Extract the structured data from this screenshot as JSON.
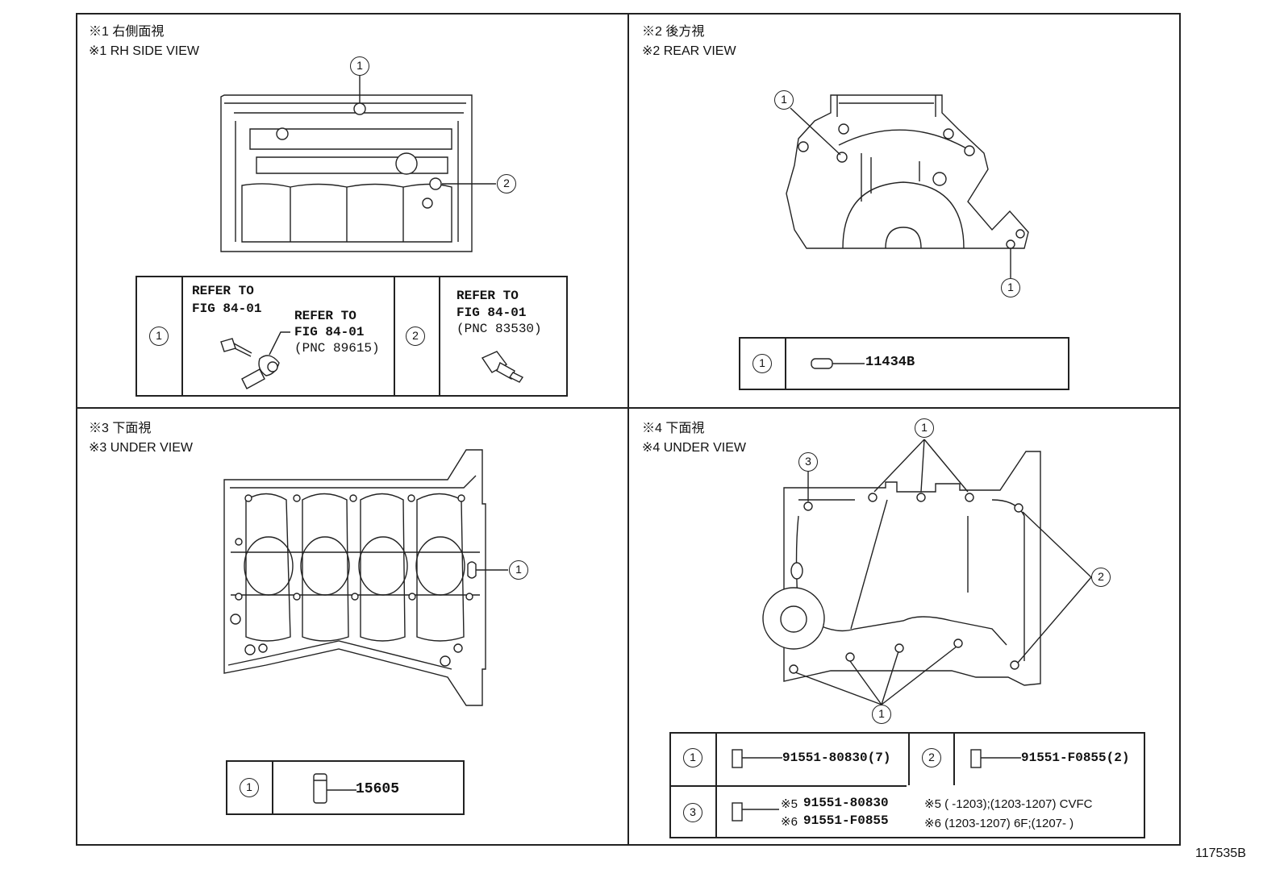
{
  "figure_id": "117535B",
  "panels": {
    "rh": {
      "caption_jp": "※1 右側面視",
      "caption_en": "※1 RH SIDE VIEW"
    },
    "rear": {
      "caption_jp": "※2 後方視",
      "caption_en": "※2 REAR VIEW"
    },
    "under3": {
      "caption_jp": "※3 下面視",
      "caption_en": "※3 UNDER VIEW"
    },
    "under4": {
      "caption_jp": "※4 下面視",
      "caption_en": "※4 UNDER VIEW"
    }
  },
  "callout_numbers": {
    "one": "1",
    "two": "2",
    "three": "3"
  },
  "rh_table": {
    "refer_a_line1": "REFER TO",
    "refer_a_line2": "FIG 84-01",
    "refer_b_line1": "REFER TO",
    "refer_b_line2": "FIG 84-01",
    "refer_b_line3": "(PNC 89615)",
    "refer_c_line1": "REFER TO",
    "refer_c_line2": "FIG 84-01",
    "refer_c_line3": "(PNC 83530)"
  },
  "rear_table": {
    "part": "11434B"
  },
  "under3_table": {
    "part": "15605"
  },
  "under4_table": {
    "part1": "91551-80830(7)",
    "part2": "91551-F0855(2)",
    "part3a_note": "※5",
    "part3a": "91551-80830",
    "part3b_note": "※6",
    "part3b": "91551-F0855",
    "note5": "※5 (      -1203);(1203-1207) CVFC",
    "note6": "※6 (1203-1207) 6F;(1207-       )"
  }
}
